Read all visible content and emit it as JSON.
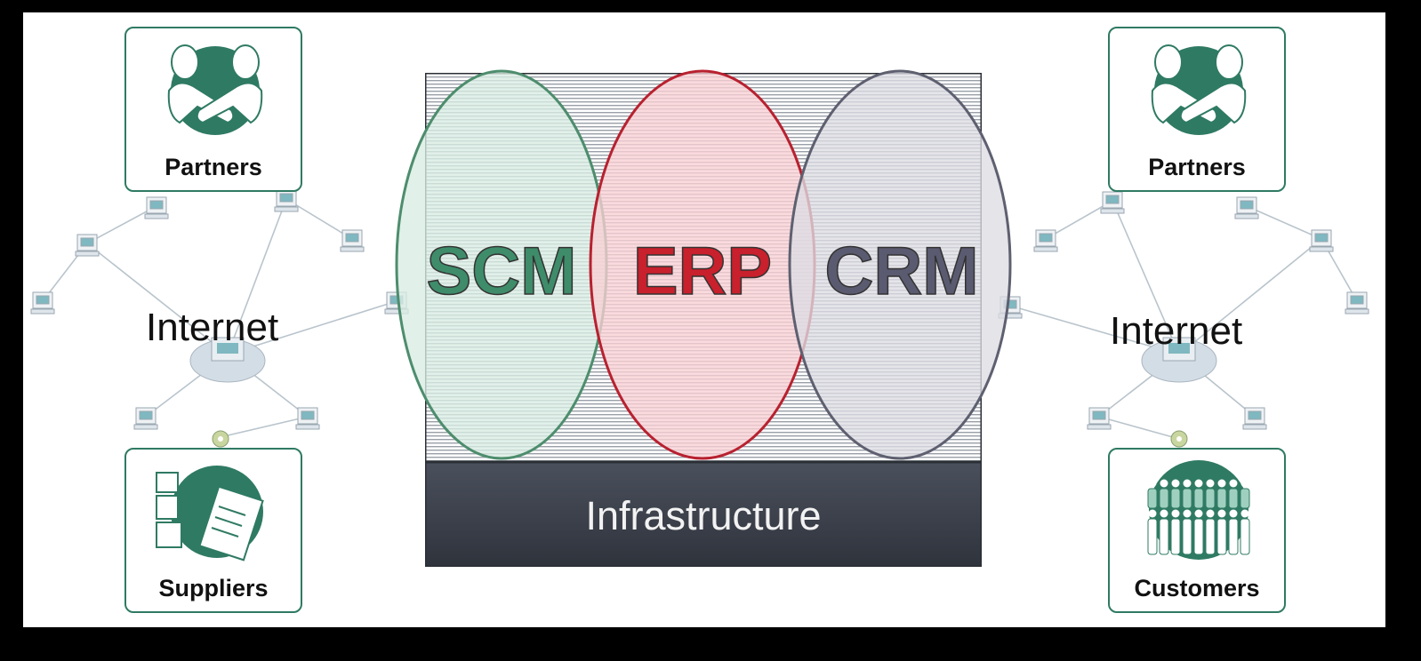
{
  "diagram": {
    "core": {
      "modules": [
        {
          "label": "SCM",
          "color": "#3e8c6a",
          "fill": "#d9ece3",
          "stroke": "#4d8d6d"
        },
        {
          "label": "ERP",
          "color": "#c8202c",
          "fill": "#f8cfd3",
          "stroke": "#b82130"
        },
        {
          "label": "CRM",
          "color": "#5a5a70",
          "fill": "#dcdde3",
          "stroke": "#5e6070"
        }
      ],
      "base_label": "Infrastructure"
    },
    "left": {
      "top_card": {
        "label": "Partners",
        "icon": "partners-handshake-icon"
      },
      "bottom_card": {
        "label": "Suppliers",
        "icon": "suppliers-documents-icon"
      },
      "network_label": "Internet"
    },
    "right": {
      "top_card": {
        "label": "Partners",
        "icon": "partners-handshake-icon"
      },
      "bottom_card": {
        "label": "Customers",
        "icon": "customers-crowd-icon"
      },
      "network_label": "Internet"
    },
    "colors": {
      "card_border": "#2f7a63",
      "icon_green": "#2f7a63",
      "infrastructure_bar": "#3d424d",
      "frame": "#000000"
    }
  }
}
